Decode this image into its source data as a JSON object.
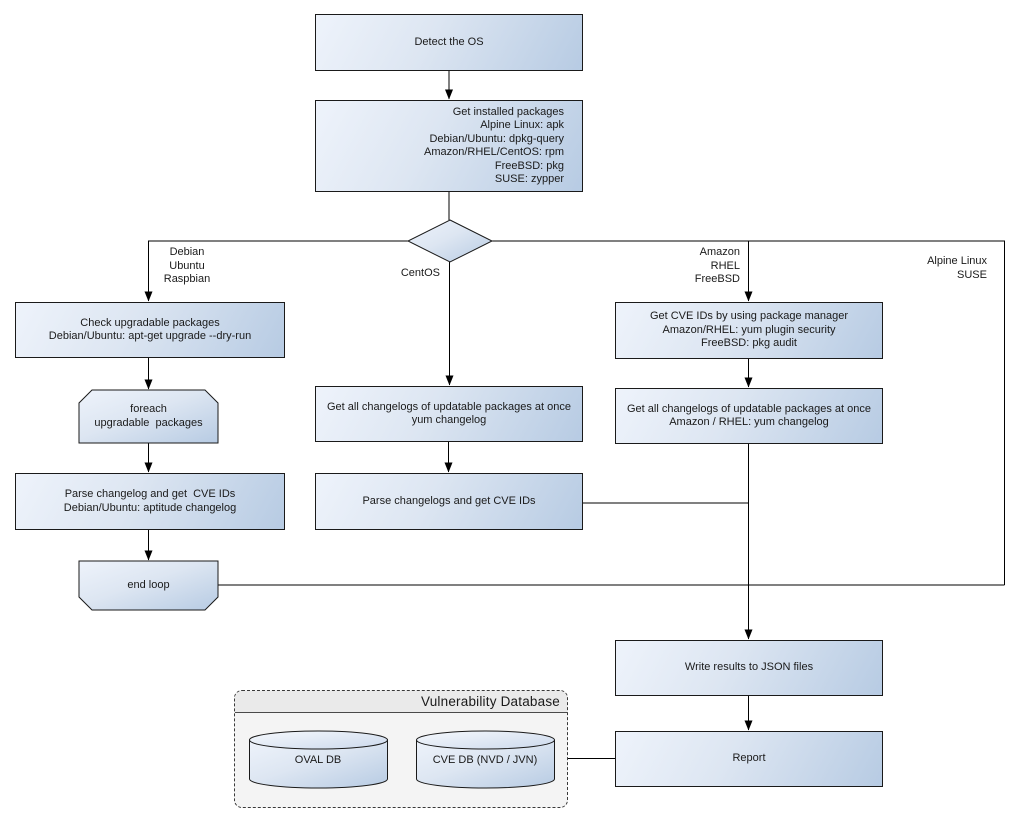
{
  "diagram_type": "flowchart",
  "colors": {
    "background": "#ffffff",
    "node_fill_start": "#eef3fb",
    "node_fill_end": "#b7cbe3",
    "node_border": "#1a1a1a",
    "edge": "#000000",
    "group_fill": "#f4f4f4",
    "group_header_fill": "#eaeaea",
    "text": "#1a1a1a"
  },
  "nodes": {
    "detect_os": {
      "lines": [
        "Detect the OS"
      ]
    },
    "get_installed_packages": {
      "lines": [
        "Get installed packages",
        "Alpine Linux: apk",
        "Debian/Ubuntu: dpkg-query",
        "Amazon/RHEL/CentOS: rpm",
        "FreeBSD: pkg",
        "SUSE: zypper"
      ]
    },
    "check_upgradable_packages": {
      "lines": [
        "Check upgradable packages",
        "Debian/Ubuntu: apt-get upgrade --dry-run"
      ]
    },
    "foreach_loop_start": {
      "lines": [
        "foreach",
        "upgradable  packages"
      ]
    },
    "parse_changelog_debian": {
      "lines": [
        "Parse changelog and get  CVE IDs",
        "Debian/Ubuntu: aptitude changelog"
      ]
    },
    "end_loop": {
      "lines": [
        "end loop"
      ]
    },
    "get_changelogs_centos": {
      "lines": [
        "Get all changelogs of updatable packages at once",
        "yum changelog"
      ]
    },
    "parse_changelogs_centos": {
      "lines": [
        "Parse changelogs and get CVE IDs"
      ]
    },
    "get_cve_ids_package_manager": {
      "lines": [
        "Get CVE IDs by using package manager",
        "Amazon/RHEL: yum plugin security",
        "FreeBSD: pkg audit"
      ]
    },
    "get_changelogs_amazon_rhel": {
      "lines": [
        "Get all changelogs of updatable packages at once",
        "Amazon / RHEL: yum changelog"
      ]
    },
    "write_results_json": {
      "lines": [
        "Write results to JSON files"
      ]
    },
    "report": {
      "lines": [
        "Report"
      ]
    }
  },
  "edge_labels": {
    "debian_branch": [
      "Debian",
      "Ubuntu",
      "Raspbian"
    ],
    "centos_branch": [
      "CentOS"
    ],
    "amazon_branch": [
      "Amazon",
      "RHEL",
      "FreeBSD"
    ],
    "alpine_branch": [
      "Alpine Linux",
      "SUSE"
    ]
  },
  "vulnerability_database": {
    "title": "Vulnerability Database",
    "oval_db_label": "OVAL DB",
    "cve_db_label": "CVE DB (NVD / JVN)"
  }
}
